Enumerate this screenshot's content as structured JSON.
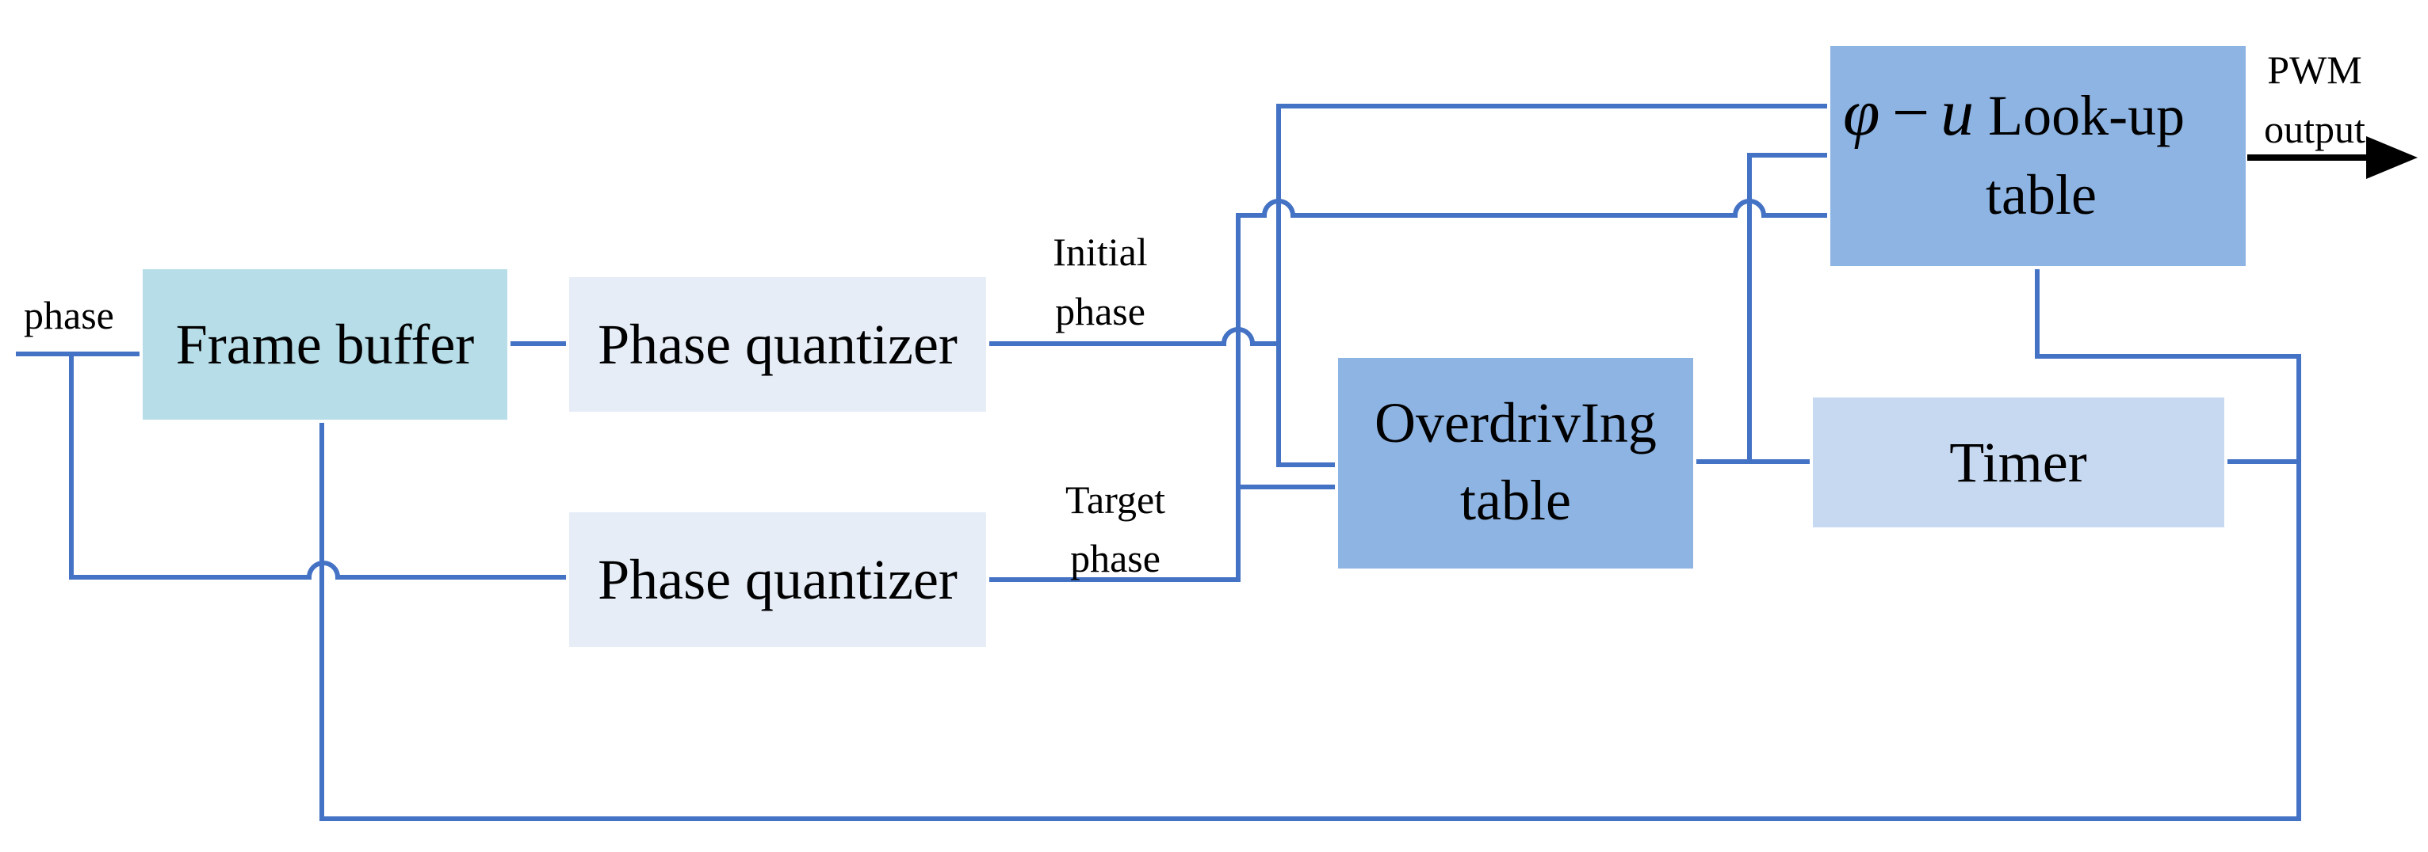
{
  "blocks": {
    "frame_buffer": "Frame buffer",
    "phase_quantizer_top": "Phase quantizer",
    "phase_quantizer_bottom": "Phase quantizer",
    "overdriving_line1": "OverdrivIng",
    "overdriving_line2": "table",
    "timer": "Timer",
    "lut_symbol_phi": "φ",
    "lut_symbol_minus": "−",
    "lut_symbol_u": "u",
    "lut_line1": "Look-up",
    "lut_line2": "table"
  },
  "signals": {
    "input": "phase",
    "initial_line1": "Initial",
    "initial_line2": "phase",
    "target_line1": "Target",
    "target_line2": "phase",
    "output_line1": "PWM",
    "output_line2": "output"
  },
  "colors": {
    "wire": "#4472c4",
    "frame_buffer": "#b7dde8",
    "phase_quantizer": "#e6edf7",
    "overdriving_table": "#8eb4e3",
    "timer": "#c6d9f1",
    "lookup_table": "#8eb4e3",
    "output_arrow": "#000000"
  }
}
